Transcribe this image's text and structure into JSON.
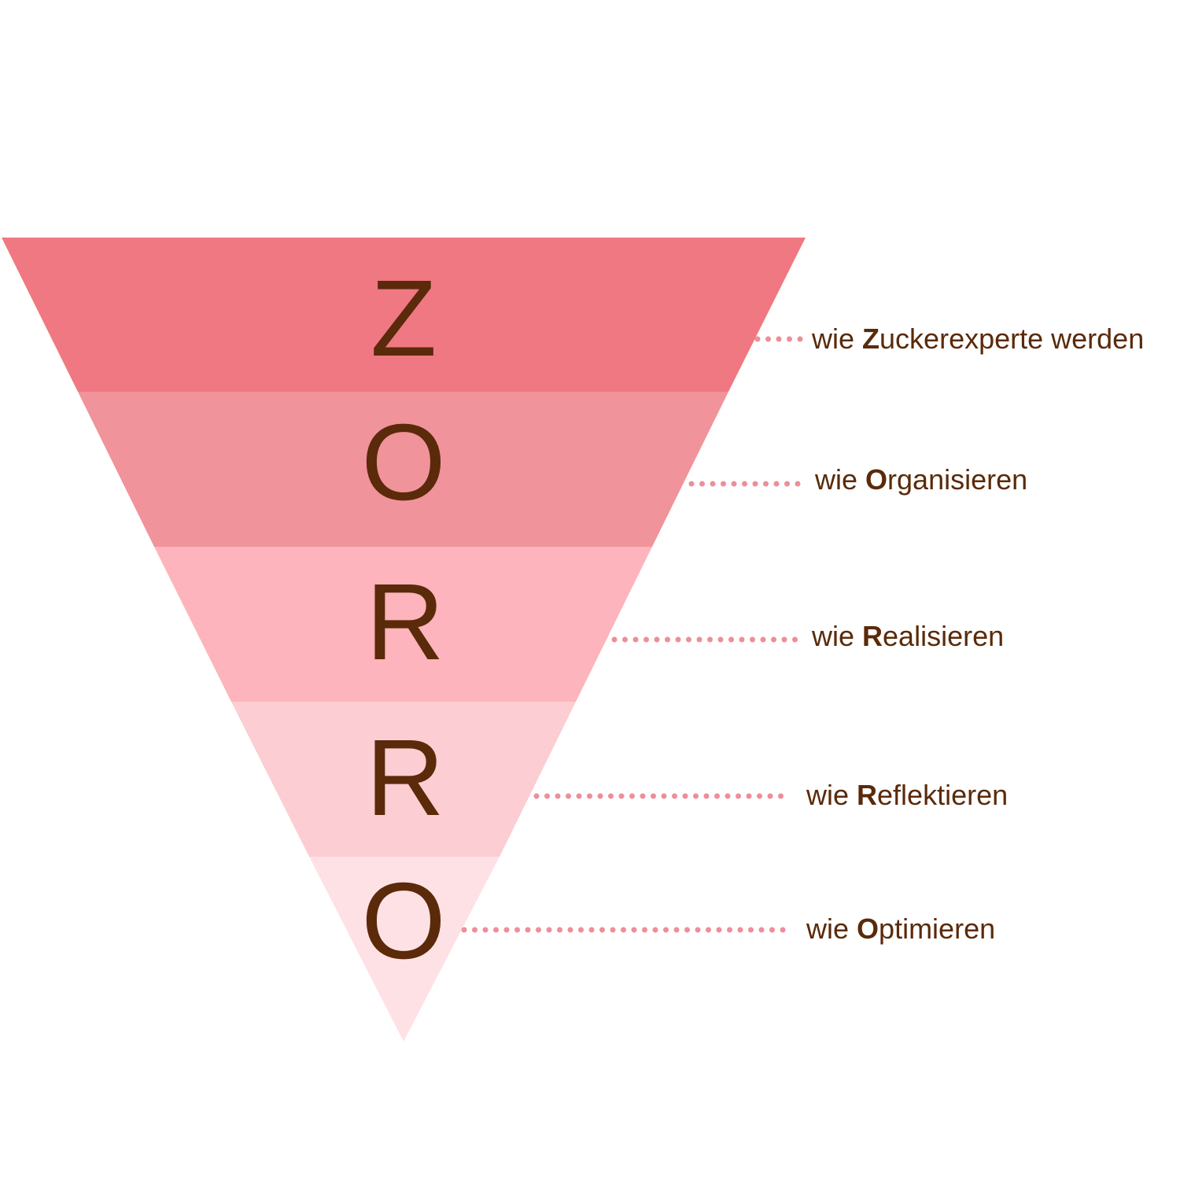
{
  "colors": {
    "text": "#5a2a0a",
    "dots": "#ee8e98",
    "bands": [
      "#f07882",
      "#f0939b",
      "#fdb4bc",
      "#fccdd2",
      "#fee1e5"
    ]
  },
  "acronym": {
    "letters": [
      "Z",
      "O",
      "R",
      "R",
      "O"
    ]
  },
  "labels": [
    {
      "prefix": "wie ",
      "initial": "Z",
      "rest": "uckerexperte werden"
    },
    {
      "prefix": "wie ",
      "initial": "O",
      "rest": "rganisieren"
    },
    {
      "prefix": "wie ",
      "initial": "R",
      "rest": "ealisieren"
    },
    {
      "prefix": "wie ",
      "initial": "R",
      "rest": "eflektieren"
    },
    {
      "prefix": "wie ",
      "initial": "O",
      "rest": "ptimieren"
    }
  ]
}
